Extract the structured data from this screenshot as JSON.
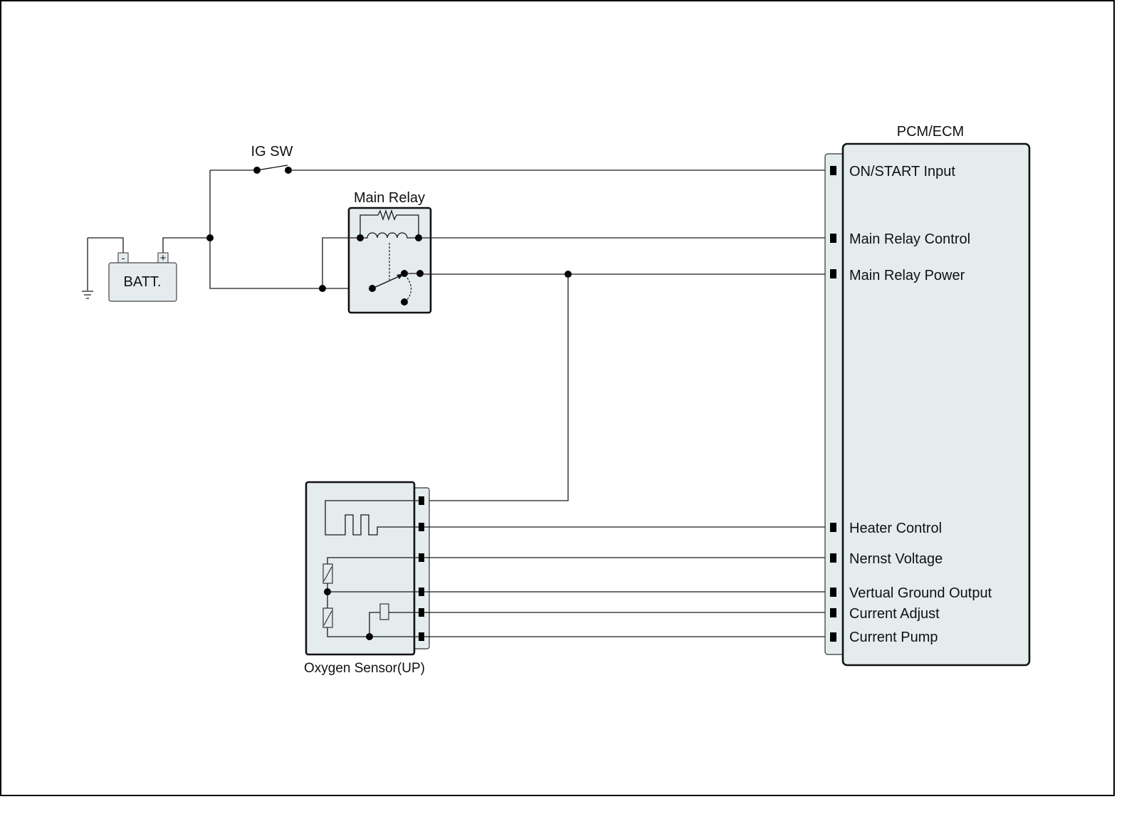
{
  "diagram": {
    "title": "Oxygen Sensor (UP) circuit diagram",
    "components": {
      "battery": {
        "label": "BATT.",
        "neg_label": "-",
        "pos_label": "+"
      },
      "ig_switch": {
        "label": "IG SW"
      },
      "main_relay": {
        "label": "Main Relay"
      },
      "oxygen_sensor": {
        "label": "Oxygen Sensor(UP)"
      },
      "pcm": {
        "label": "PCM/ECM",
        "pins": [
          {
            "id": "on-start-input",
            "label": "ON/START Input"
          },
          {
            "id": "main-relay-control",
            "label": "Main Relay Control"
          },
          {
            "id": "main-relay-power",
            "label": "Main Relay Power"
          },
          {
            "id": "heater-control",
            "label": "Heater Control"
          },
          {
            "id": "nernst-voltage",
            "label": "Nernst Voltage"
          },
          {
            "id": "vertual-ground-output",
            "label": "Vertual Ground Output"
          },
          {
            "id": "current-adjust",
            "label": "Current Adjust"
          },
          {
            "id": "current-pump",
            "label": "Current Pump"
          }
        ]
      }
    },
    "colors": {
      "component_fill": "#e5eced",
      "line": "#111111",
      "background": "#ffffff"
    }
  }
}
